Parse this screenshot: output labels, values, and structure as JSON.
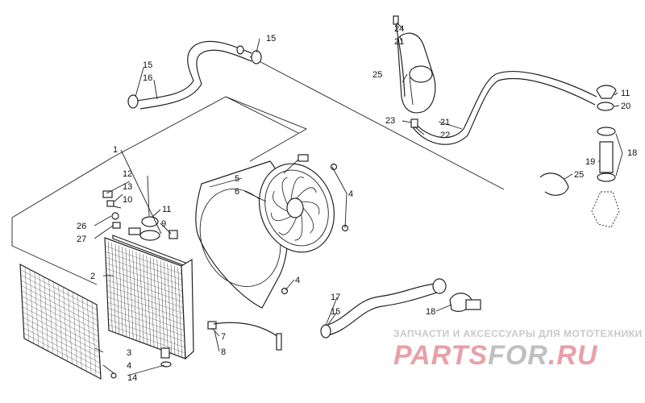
{
  "callouts": {
    "c1": "1",
    "c2": "2",
    "c3": "3",
    "c4a": "4",
    "c4b": "4",
    "c4c": "4",
    "c5": "5",
    "c6": "6",
    "c7": "7",
    "c8": "8",
    "c9": "9",
    "c10": "10",
    "c11a": "11",
    "c11b": "11",
    "c12": "12",
    "c13": "13",
    "c14": "14",
    "c15a": "15",
    "c15b": "15",
    "c15c": "15",
    "c16": "16",
    "c17": "17",
    "c18a": "18",
    "c18b": "18",
    "c19": "19",
    "c20": "20",
    "c21a": "21",
    "c21b": "21",
    "c22": "22",
    "c23": "23",
    "c24": "24",
    "c25a": "25",
    "c25b": "25",
    "c26": "26",
    "c27": "27"
  },
  "watermark": {
    "tagline": "ЗАПЧАСТИ И АКСЕССУАРЫ ДЛЯ МОТОТЕХНИКИ",
    "logo_a": "PARTS",
    "logo_b": "FOR",
    "logo_c": ".RU",
    "color_main": "#e8a0a8",
    "color_accent": "#c0c0c0"
  }
}
